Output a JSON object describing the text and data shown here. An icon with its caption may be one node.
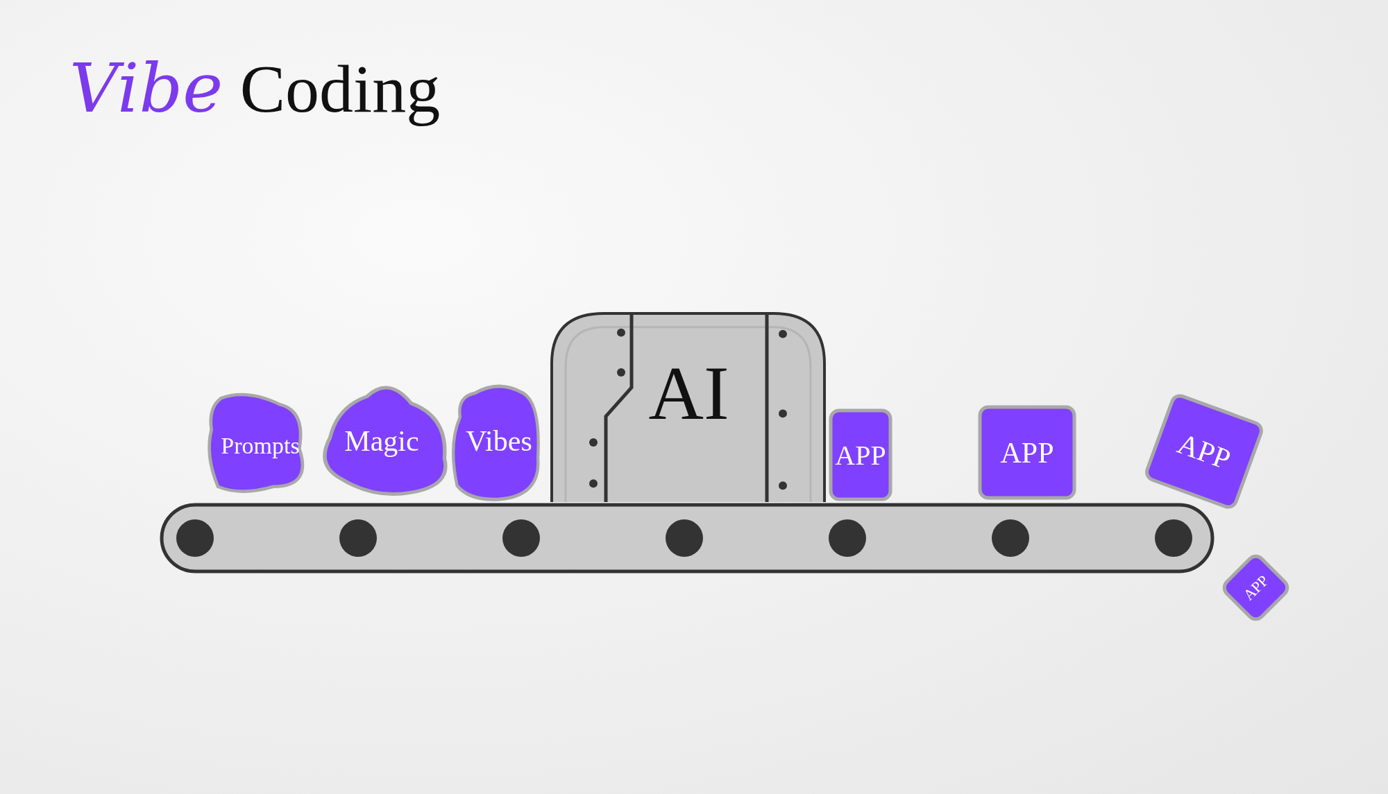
{
  "diagram": {
    "title": "*Vibe* Coding",
    "nodes": [
      {
        "text": [
          "Prompts"
        ]
      },
      {
        "text": [
          "Magic"
        ]
      },
      {
        "text": [
          "Vibes"
        ]
      },
      {
        "text": [
          "AI"
        ]
      },
      {
        "text": [
          "APP"
        ]
      },
      {
        "text": [
          "APP"
        ]
      },
      {
        "text": [
          "APP"
        ]
      },
      {
        "text": [
          "APP"
        ]
      }
    ]
  }
}
